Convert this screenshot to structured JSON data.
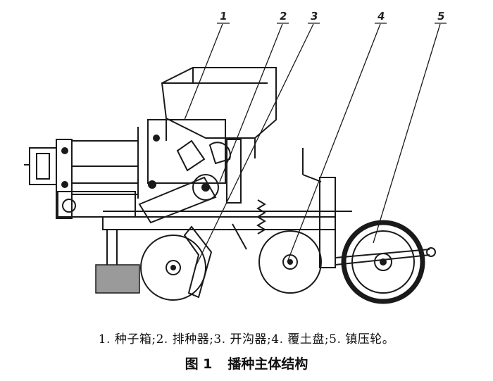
{
  "figure": {
    "callouts": [
      "1",
      "2",
      "3",
      "4",
      "5"
    ],
    "legend": "1. 种子箱;2. 排种器;3. 开沟器;4. 覆土盘;5. 镇压轮。",
    "caption_number": "图 1",
    "caption_title": "播种主体结构"
  }
}
